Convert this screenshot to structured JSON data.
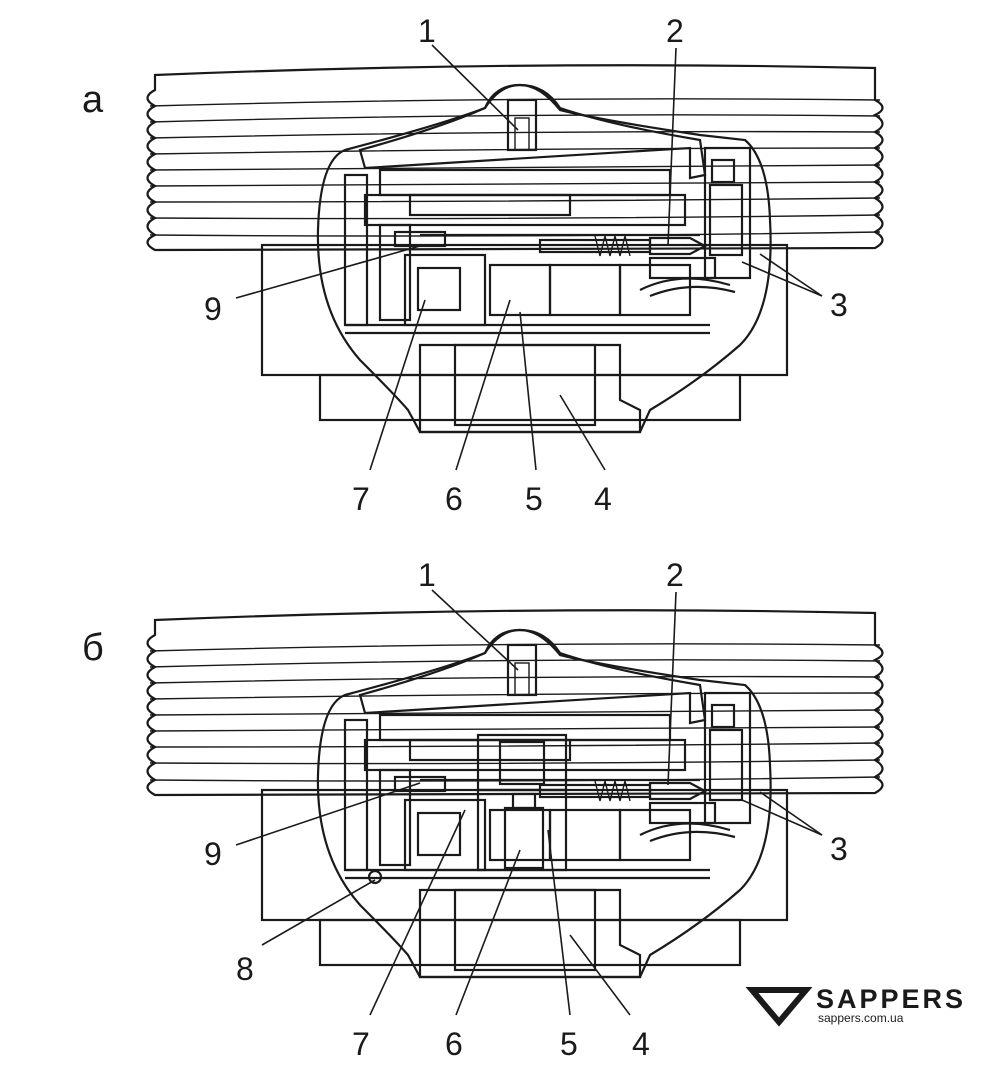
{
  "panels": [
    {
      "letter": "а",
      "callouts": [
        "1",
        "2",
        "3",
        "9",
        "7",
        "6",
        "5",
        "4"
      ]
    },
    {
      "letter": "б",
      "callouts": [
        "1",
        "2",
        "3",
        "9",
        "8",
        "7",
        "6",
        "5",
        "4"
      ]
    }
  ],
  "brand": {
    "name": "SAPPERS",
    "url": "sappers.com.ua"
  },
  "colors": {
    "ink": "#1a1a1a",
    "background": "#ffffff"
  }
}
